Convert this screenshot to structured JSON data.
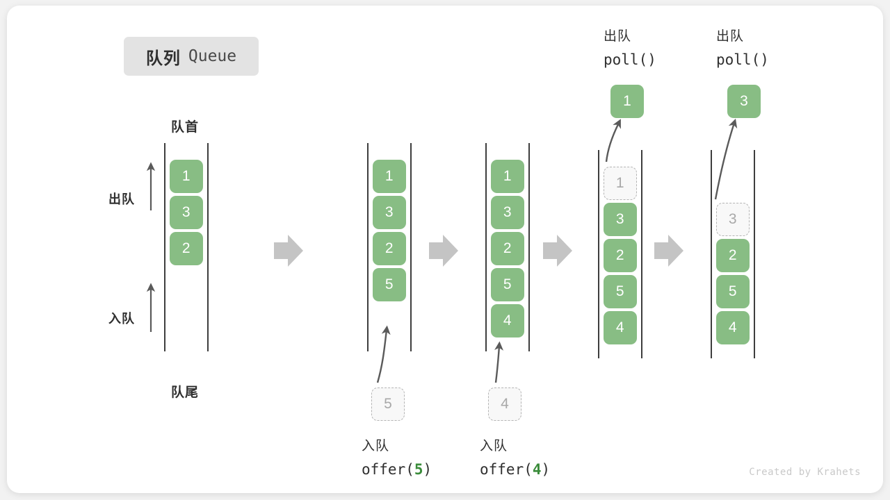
{
  "title": {
    "cn": "队列",
    "en": "Queue"
  },
  "labels": {
    "front": "队首",
    "rear": "队尾",
    "dequeue_side": "出队",
    "enqueue_side": "入队"
  },
  "watermark": "Created by Krahets",
  "colors": {
    "cell_fill": "#88bd84",
    "cell_text": "#ffffff",
    "ghost_fill": "#f8f8f8",
    "ghost_border": "#b4b4b4",
    "ghost_text": "#a8a8a8",
    "rail": "#3d3d3d",
    "step_arrow": "#c4c4c4",
    "accent_green": "#3a8c3a",
    "badge_bg": "#e3e3e3",
    "text": "#2f2f2f"
  },
  "stages": [
    {
      "id": "initial",
      "cells": [
        {
          "value": "1",
          "state": "filled"
        },
        {
          "value": "3",
          "state": "filled"
        },
        {
          "value": "2",
          "state": "filled"
        }
      ],
      "popped": null,
      "pending": null,
      "caption_cn": null,
      "caption_code": null
    },
    {
      "id": "offer-5",
      "cells": [
        {
          "value": "1",
          "state": "filled"
        },
        {
          "value": "3",
          "state": "filled"
        },
        {
          "value": "2",
          "state": "filled"
        },
        {
          "value": "5",
          "state": "filled"
        }
      ],
      "popped": null,
      "pending": "5",
      "caption_cn": "入队",
      "caption_code_prefix": "offer(",
      "caption_code_arg": "5",
      "caption_code_suffix": ")"
    },
    {
      "id": "offer-4",
      "cells": [
        {
          "value": "1",
          "state": "filled"
        },
        {
          "value": "3",
          "state": "filled"
        },
        {
          "value": "2",
          "state": "filled"
        },
        {
          "value": "5",
          "state": "filled"
        },
        {
          "value": "4",
          "state": "filled"
        }
      ],
      "popped": null,
      "pending": "4",
      "caption_cn": "入队",
      "caption_code_prefix": "offer(",
      "caption_code_arg": "4",
      "caption_code_suffix": ")"
    },
    {
      "id": "poll-1",
      "cells": [
        {
          "value": "1",
          "state": "ghost"
        },
        {
          "value": "3",
          "state": "filled"
        },
        {
          "value": "2",
          "state": "filled"
        },
        {
          "value": "5",
          "state": "filled"
        },
        {
          "value": "4",
          "state": "filled"
        }
      ],
      "popped": "1",
      "pending": null,
      "header_cn": "出队",
      "header_code": "poll()"
    },
    {
      "id": "poll-3",
      "cells": [
        {
          "value": "3",
          "state": "ghost"
        },
        {
          "value": "2",
          "state": "filled"
        },
        {
          "value": "5",
          "state": "filled"
        },
        {
          "value": "4",
          "state": "filled"
        }
      ],
      "popped": "3",
      "pending": null,
      "header_cn": "出队",
      "header_code": "poll()",
      "ghost_offset_rows": 1
    }
  ],
  "step_arrows": 4
}
